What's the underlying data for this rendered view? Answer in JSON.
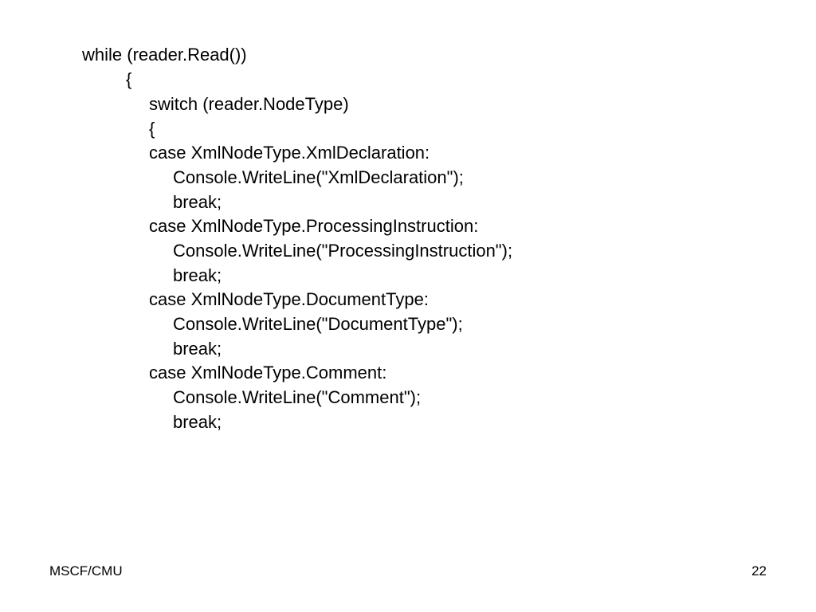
{
  "code_lines": [
    "while (reader.Read())",
    "{",
    "switch (reader.NodeType)",
    "{",
    "case XmlNodeType.XmlDeclaration:",
    "Console.WriteLine(\"XmlDeclaration\");",
    "break;",
    "case XmlNodeType.ProcessingInstruction:",
    "Console.WriteLine(\"ProcessingInstruction\");",
    "break;",
    "case XmlNodeType.DocumentType:",
    "Console.WriteLine(\"DocumentType\");",
    "break;",
    "case XmlNodeType.Comment:",
    "Console.WriteLine(\"Comment\");",
    "break;"
  ],
  "footer": {
    "left": "MSCF/CMU",
    "page_number": "22"
  }
}
